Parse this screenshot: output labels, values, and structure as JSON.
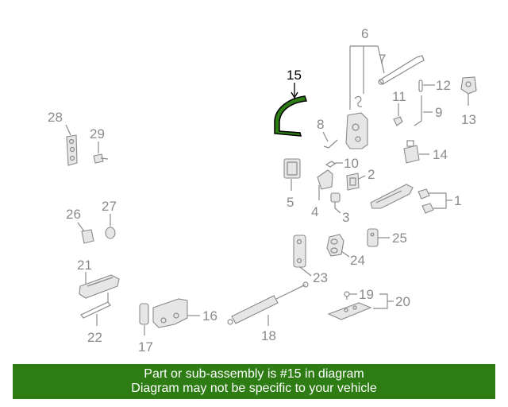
{
  "callouts": [
    "1",
    "2",
    "3",
    "4",
    "5",
    "6",
    "7",
    "8",
    "9",
    "10",
    "11",
    "12",
    "13",
    "14",
    "15",
    "16",
    "17",
    "18",
    "19",
    "20",
    "21",
    "22",
    "23",
    "24",
    "25",
    "26",
    "27",
    "28",
    "29"
  ],
  "highlighted_part": "15",
  "highlight_color": "#2e7d14",
  "banner": {
    "line1": "Part or sub-assembly is #15 in diagram",
    "line2": "Diagram may not be specific to your vehicle",
    "background": "#2e7d14"
  }
}
